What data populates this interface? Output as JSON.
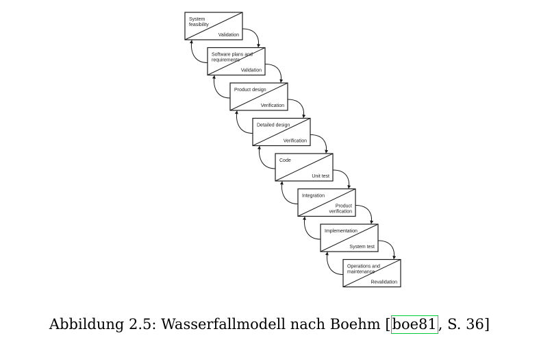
{
  "diagram": {
    "stages": [
      {
        "title": [
          "System",
          "feasibility"
        ],
        "check": [
          "Validation"
        ]
      },
      {
        "title": [
          "Software plans and",
          "requirements"
        ],
        "check": [
          "Validation"
        ]
      },
      {
        "title": [
          "Product design"
        ],
        "check": [
          "Verification"
        ]
      },
      {
        "title": [
          "Detailed design"
        ],
        "check": [
          "Verification"
        ]
      },
      {
        "title": [
          "Code"
        ],
        "check": [
          "Unit test"
        ]
      },
      {
        "title": [
          "Integration"
        ],
        "check": [
          "Product",
          "verification"
        ]
      },
      {
        "title": [
          "Implementation"
        ],
        "check": [
          "System test"
        ]
      },
      {
        "title": [
          "Operations and",
          "maintenance"
        ],
        "check": [
          "Revalidation"
        ]
      }
    ]
  },
  "caption": {
    "prefix": "Abbildung 2.5: Wasserfallmodell nach Boehm [",
    "cite": "boe81",
    "suffix": ", S. 36]"
  }
}
